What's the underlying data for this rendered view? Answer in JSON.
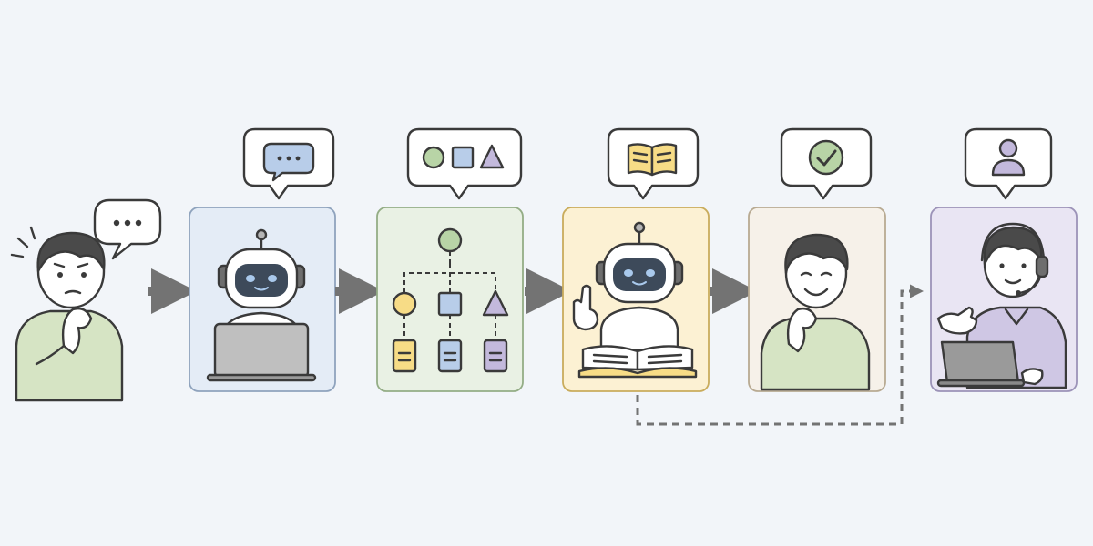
{
  "colors": {
    "background": "#f2f5f9",
    "outline": "#3a3a3a",
    "arrow": "#737373",
    "panel_chat": "#e4ecf6",
    "panel_classify": "#e9f1e4",
    "panel_knowledge": "#fcf1d3",
    "panel_answer": "#f6f1e9",
    "panel_operator": "#e9e5f3",
    "shirt_green": "#d6e4c4",
    "shirt_purple": "#cfc7e4",
    "accent_green": "#b8d4a6",
    "accent_blue": "#b8cde9",
    "accent_purple": "#c3b9dc",
    "accent_yellow": "#f7dc86"
  },
  "steps": [
    {
      "id": "user-question",
      "icon": "ellipsis-icon"
    },
    {
      "id": "chatbot",
      "icon": "chat-icon"
    },
    {
      "id": "classification",
      "icon": "shapes-icon"
    },
    {
      "id": "knowledge-base",
      "icon": "book-icon"
    },
    {
      "id": "resolved",
      "icon": "check-icon"
    },
    {
      "id": "human-operator",
      "icon": "person-icon"
    }
  ],
  "connections": [
    {
      "from": "user-question",
      "to": "chatbot",
      "style": "solid"
    },
    {
      "from": "chatbot",
      "to": "classification",
      "style": "solid"
    },
    {
      "from": "classification",
      "to": "knowledge-base",
      "style": "solid"
    },
    {
      "from": "knowledge-base",
      "to": "resolved",
      "style": "solid"
    },
    {
      "from": "knowledge-base",
      "to": "human-operator",
      "style": "dashed"
    }
  ]
}
